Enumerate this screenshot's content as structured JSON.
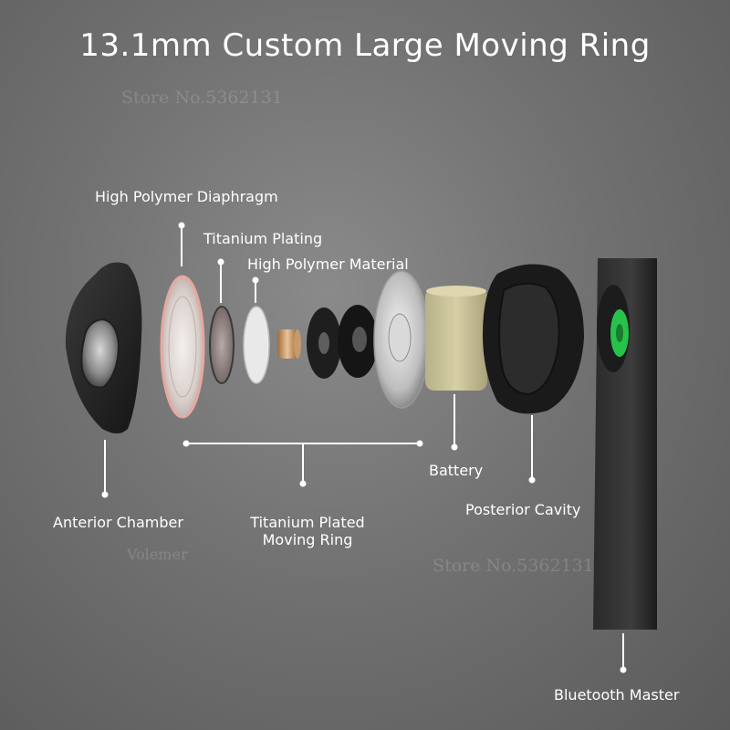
{
  "title": "13.1mm Custom Large Moving Ring",
  "watermarks": [
    "Store No.5362131",
    "Store No.5362131",
    "Volemer"
  ],
  "labels": {
    "high_polymer_diaphragm": "High Polymer Diaphragm",
    "titanium_plating": "Titanium Plating",
    "high_polymer_material": "High Polymer Material",
    "anterior_chamber": "Anterior Chamber",
    "titanium_plated_moving_ring_line1": "Titanium Plated",
    "titanium_plated_moving_ring_line2": "Moving Ring",
    "battery": "Battery",
    "posterior_cavity": "Posterior Cavity",
    "bluetooth_master": "Bluetooth Master"
  },
  "colors": {
    "background": "#727272",
    "text": "#ffffff",
    "battery": "#c9c29a",
    "pcb_green": "#27c24a",
    "diaphragm_rim": "#e8a8a0"
  }
}
